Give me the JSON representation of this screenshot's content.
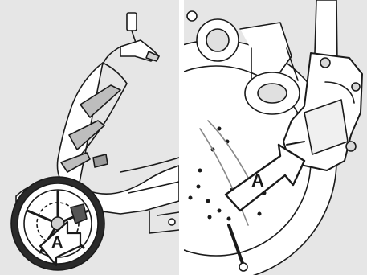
{
  "callouts": {
    "left_label": "A",
    "right_label": "A"
  },
  "colors": {
    "background": "#e6e6e6",
    "divider": "#ffffff",
    "line": "#1a1a1a",
    "arrow_fill": "#ffffff"
  },
  "panels": [
    {
      "subject": "scooter-side-view",
      "callout": "A"
    },
    {
      "subject": "front-brake-caliper-closeup",
      "callout": "A"
    }
  ]
}
